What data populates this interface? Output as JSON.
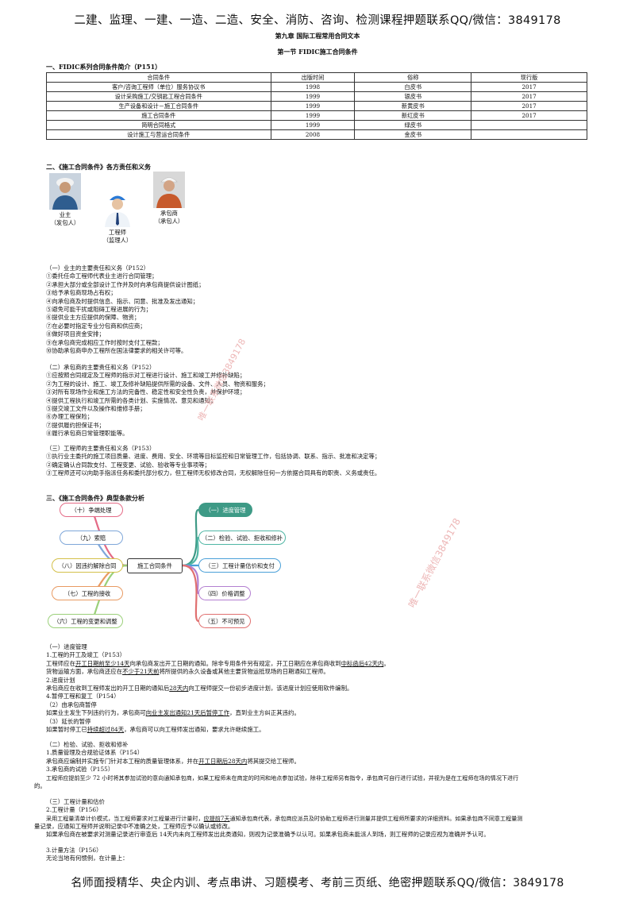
{
  "banner_top": "二建、监理、一建、一造、二造、安全、消防、咨询、检测课程押题联系QQ/微信：3849178",
  "chapter": "第九章 国际工程常用合同文本",
  "section": "第一节 FIDIC施工合同条件",
  "h1": "一、FIDIC系列合同条件简介（P151）",
  "table": {
    "headers": [
      "合同条件",
      "出版时间",
      "俗称",
      "现行版"
    ],
    "rows": [
      [
        "客户/咨询工程师（单位）服务协议书",
        "1998",
        "白皮书",
        "2017"
      ],
      [
        "设计采购施工/交钥匙工程合同条件",
        "1999",
        "银皮书",
        "2017"
      ],
      [
        "生产设备和设计－施工合同条件",
        "1999",
        "新黄皮书",
        "2017"
      ],
      [
        "施工合同条件",
        "1999",
        "新红皮书",
        "2017"
      ],
      [
        "简明合同格式",
        "1999",
        "绿皮书",
        ""
      ],
      [
        "设计施工与营运合同条件",
        "2008",
        "金皮书",
        ""
      ]
    ]
  },
  "h2": "二、《施工合同条件》各方责任和义务",
  "people": {
    "owner": [
      "业主",
      "（发包人）"
    ],
    "engineer": [
      "工程师",
      "（监理人）"
    ],
    "contractor": [
      "承包商",
      "（承包人）"
    ]
  },
  "owner_block": {
    "title": "（一）业主的主要责任和义务（P152）",
    "items": [
      "①委托任命工程师代表业主进行合同管理；",
      "②承担大部分或全部设计工作并及时向承包商提供设计图纸；",
      "③给予承包商现场占有权；",
      "④向承包商及时提供信息、指示、同意、批准及发出通知；",
      "⑤避免可能干扰或阻碍工程进展的行为；",
      "⑥提供业主方应提供的保障、物资；",
      "⑦在必要时指定专业分包商和供应商；",
      "⑧做好项目资金安排；",
      "⑨在承包商完成相应工作时按时支付工程款；",
      "⑩协助承包商申办工程所在国法律要求的相关许可等。"
    ]
  },
  "contractor_block": {
    "title": "（二）承包商的主要责任和义务（P152）",
    "items": [
      "①应按照合同规定及工程师的指示对工程进行设计、施工和竣工并修补缺陷；",
      "②为工程的设计、施工、竣工及修补缺陷提供所需的设备、文件、人员、物资和服务；",
      "③对所有现场作业和施工方法的完备性、稳定性和安全性负责，并保护环境；",
      "④提供工程执行和竣工所需的各类计划、实施情况、意见和通知；",
      "⑤提交竣工文件以及操作和维修手册；",
      "⑥办理工程保险；",
      "⑦提供履约担保证书；",
      "⑧履行承包商日常管理职能等。"
    ]
  },
  "engineer_block": {
    "title": "（三）工程师的主要责任和义务（P153）",
    "items": [
      "①执行业主委托的施工项目质量、进度、费用、安全、环境等目标监控和日常管理工作，包括协调、联系、指示、批准和决定等；",
      "②确定确认合同款支付、工程变更、试验、验收等专业事项等；",
      "③工程师还可以向助手指派任务和委托部分权力，但工程师无权修改合同，无权解除任何一方依据合同具有的职责、义务或责任。"
    ]
  },
  "h3": "三、《施工合同条件》典型条款分析",
  "mindmap": {
    "center": "施工合同条件",
    "left": [
      "（十）争端处理",
      "（九）索赔",
      "（八）因违约解除合同",
      "（七）工程的接收",
      "（六）工程的变更和调整"
    ],
    "right": [
      "（一）进度管理",
      "（二）检验、试验、拒收和修补",
      "（三）工程计量估价和支付",
      "（四）价格调整",
      "（五）不可预见"
    ],
    "colors": [
      "#e46a86",
      "#7fa7d9",
      "#d4c04a",
      "#e89a62",
      "#9bd07a",
      "#3e9a86",
      "#4fb6a4",
      "#4aa0d8",
      "#b37fd1",
      "#e07070"
    ]
  },
  "progress": {
    "title": "（一）进度管理",
    "l1": "1.工程的开工及竣工（P153）",
    "l2a": "工程师应在",
    "l2u": "开工日期前至少14天",
    "l2b": "向承包商发出开工日期的通知。除非专用条件另有规定，开工日期应在承包商收到",
    "l2u2": "中标函后42天内",
    "l2c": "。",
    "l3a": "货物运输方面，承包商还应在",
    "l3u": "不少于21天前",
    "l3b": "将所提供的永久设备或其他主要货物运抵现场的日期通知工程师。",
    "l4": "2.进度计划",
    "l5a": "承包商应在收到工程师发出的开工日期的通知后",
    "l5u": "28天内",
    "l5b": "向工程师提交一份初步进度计划，该进度计划应使用软件编制。",
    "l6": "4.暂停工程和复工（P154）",
    "l7": "（2）由承包商暂停",
    "l8a": "如果业主发生下列违约行为，承包商可",
    "l8u": "向业主发出通知21天后暂停工作",
    "l8b": "，直到业主方纠正其违约。",
    "l9": "（3）延长的暂停",
    "l10a": "如果暂时停工已",
    "l10u": "持续超过84天",
    "l10b": "，承包商可以向工程师发出通知，要求允许继续施工。"
  },
  "inspection": {
    "title": "（二）检验、试验、拒收和修补",
    "l1": "1.质量管理及合规验证体系（P154）",
    "l2a": "承包商应编制并实施专门针对本工程的质量管理体系，并在",
    "l2u": "开工日期后28天内",
    "l2b": "将其提交给工程师。",
    "l3": "3.承包商的试验（P155）",
    "l4": "工程师应提前至少 72 小时将其参加试验的意向通知承包商，如果工程师未在商定的时间和地点参加试验，除非工程师另有指令，承包商可自行进行试验，并视为是在工程师在场的情况下进行",
    "l5": "的。"
  },
  "measurement": {
    "title": "（三）工程计量和估价",
    "l1": "2.工程计量（P156）",
    "l2a": "采用工程量清单计价模式，当工程师要求对工程量进行计量时，",
    "l2u": "应提前7天",
    "l2b": "通知承包商代表，承包商应派员及时协助工程师进行测量并提供工程师所要求的详细资料。如果承包商不同意工程量测",
    "l3": "量记录，应通知工程师并说明记录中不准确之处，工程师应予以确认或修改。",
    "l4": "如果承包商在被要求对测量记录进行审查后 14天内未向工程师发出此类通知，则视为记录准确予以认可。如果承包商未能派人到场，则工程师的记录应视为准确并予认可。",
    "l5": "3.计量方法（P156）",
    "l6": "无论当地有何惯例，在计量上："
  },
  "watermark": "唯一联系微信3849178",
  "banner_bottom": "名师面授精华、央企内训、考点串讲、习题模考、考前三页纸、绝密押题联系QQ/微信：3849178"
}
